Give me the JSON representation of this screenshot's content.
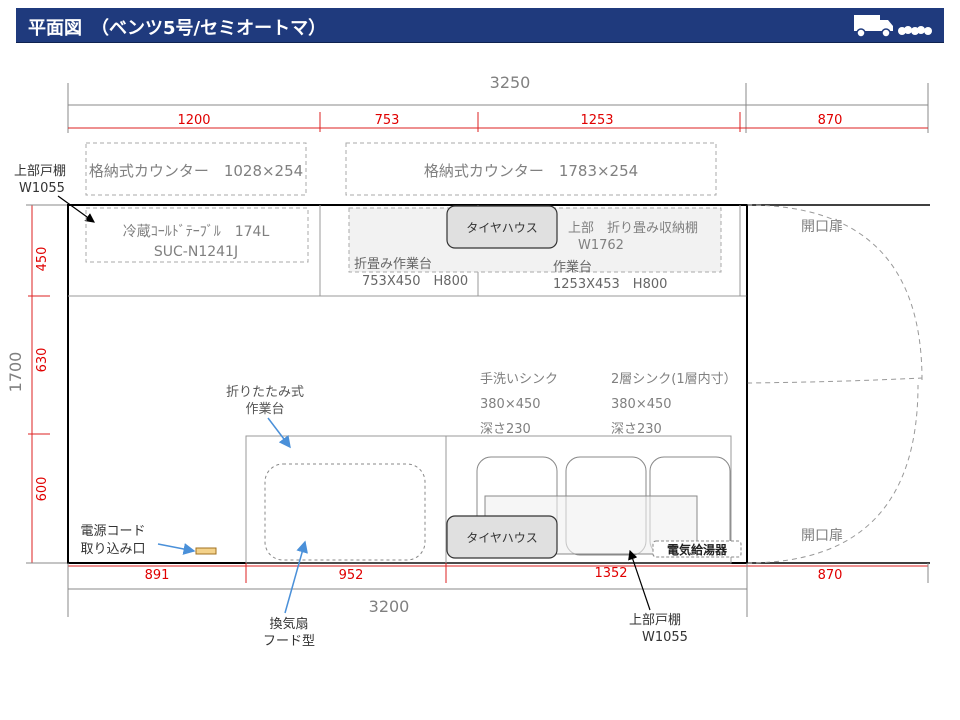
{
  "header": {
    "title": "平面図　（ベンツ5号/セミオートマ）",
    "icon": "truck-icon"
  },
  "colors": {
    "header_bg": "#1f3a7d",
    "dimension_text": "#e00000",
    "dimension_line": "#d22",
    "gray_text": "#808080",
    "arrow": "#4a90d9"
  },
  "dimensions": {
    "top_total": "3250",
    "top_segments": [
      "1200",
      "753",
      "1253",
      "870"
    ],
    "bottom_total": "3200",
    "bottom_segments": [
      "891",
      "952",
      "1352",
      "870"
    ],
    "left_total": "1700",
    "left_segments": [
      "450",
      "630",
      "600"
    ]
  },
  "labels": {
    "counter_left": "格納式カウンター　1028×254",
    "counter_right": "格納式カウンター　1783×254",
    "upper_cabinet_top": [
      "上部戸棚",
      "W1055"
    ],
    "fridge": [
      "冷蔵ｺｰﾙﾄﾞﾃｰﾌﾞﾙ　174L",
      "SUC-N1241J"
    ],
    "tire_house": "タイヤハウス",
    "folding_shelf": [
      "上部　折り畳み収納棚",
      "W1762"
    ],
    "folding_table": [
      "折畳み作業台",
      "753X450　H800"
    ],
    "work_table": [
      "作業台",
      "1253X453　H800"
    ],
    "door_top": "開口扉",
    "door_bottom": "開口扉",
    "foldable_table": [
      "折りたたみ式",
      "作業台"
    ],
    "hand_sink": [
      "手洗いシンク",
      "380×450",
      "深さ230"
    ],
    "double_sink": [
      "2層シンク(1層内寸）",
      "380×450",
      "深さ230"
    ],
    "water_heater": "電気給湯器",
    "power_cord": [
      "電源コード",
      "取り込み口"
    ],
    "fan": [
      "換気扇",
      "フード型"
    ],
    "upper_cabinet_bottom": [
      "上部戸棚",
      "W1055"
    ]
  }
}
